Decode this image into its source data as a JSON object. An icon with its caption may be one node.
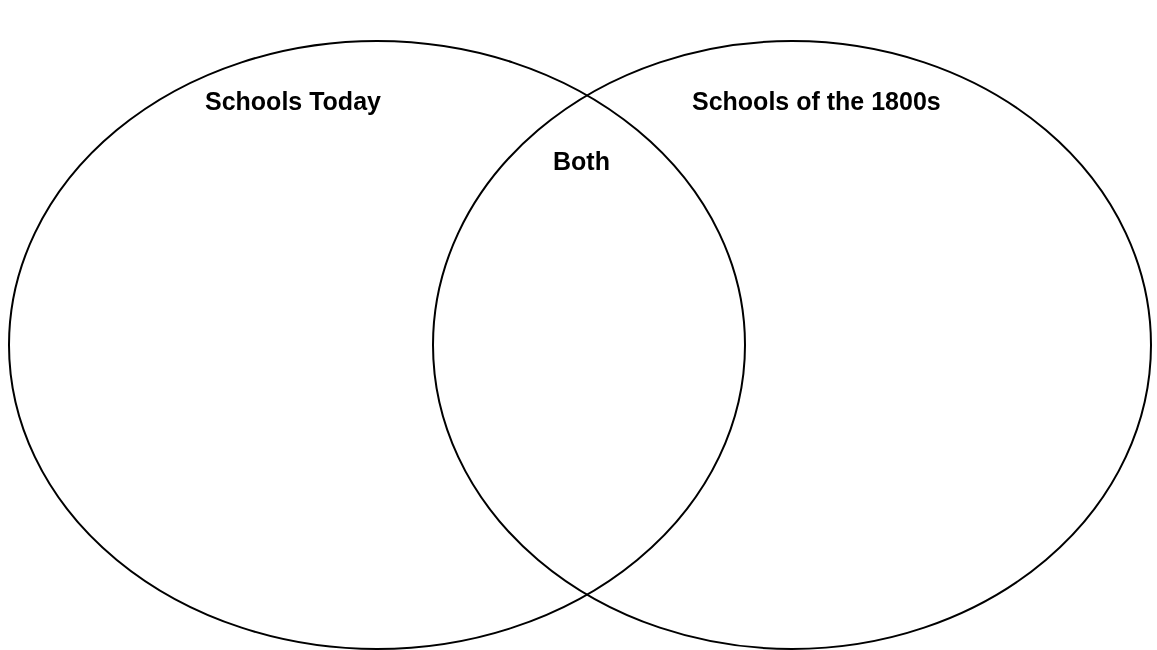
{
  "diagram": {
    "nodes": [
      {
        "text": [
          "Schools Today"
        ]
      },
      {
        "text": [
          "Schools of the 1800s"
        ]
      }
    ],
    "labels": [
      "Both"
    ]
  }
}
